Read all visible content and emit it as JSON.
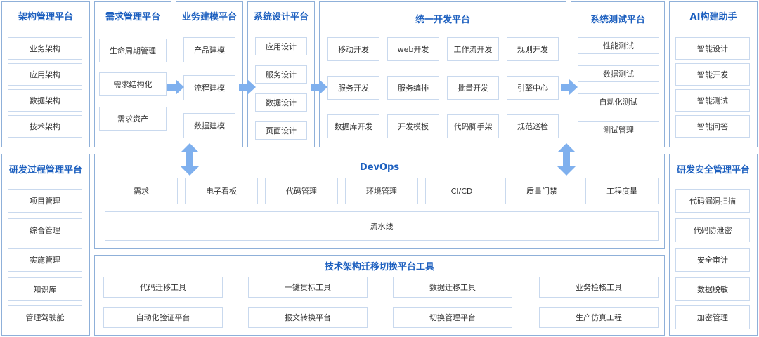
{
  "colors": {
    "title": "#1c5fbf",
    "border": "#8fb0d9",
    "box_border": "#c9d9ee",
    "arrow": "#7fb0ee"
  },
  "arch": {
    "title": "架构管理平台",
    "items": [
      "业务架构",
      "应用架构",
      "数据架构",
      "技术架构"
    ]
  },
  "req": {
    "title": "需求管理平台",
    "items": [
      "生命周期管理",
      "需求结构化",
      "需求资产"
    ]
  },
  "biz": {
    "title": "业务建模平台",
    "items": [
      "产品建模",
      "流程建模",
      "数据建模"
    ]
  },
  "sysdesign": {
    "title": "系统设计平台",
    "items": [
      "应用设计",
      "服务设计",
      "数据设计",
      "页面设计"
    ]
  },
  "dev": {
    "title": "统一开发平台",
    "items": [
      "移动开发",
      "web开发",
      "工作流开发",
      "规则开发",
      "服务开发",
      "服务编排",
      "批量开发",
      "引擎中心",
      "数据库开发",
      "开发模板",
      "代码脚手架",
      "规范巡检"
    ]
  },
  "test": {
    "title": "系统测试平台",
    "items": [
      "性能测试",
      "数据测试",
      "自动化测试",
      "测试管理"
    ]
  },
  "ai": {
    "title": "AI构建助手",
    "items": [
      "智能设计",
      "智能开发",
      "智能测试",
      "智能问答"
    ]
  },
  "process": {
    "title": "研发过程管理平台",
    "items": [
      "项目管理",
      "综合管理",
      "实施管理",
      "知识库",
      "管理驾驶舱"
    ]
  },
  "devops": {
    "title": "DevOps",
    "items": [
      "需求",
      "电子看板",
      "代码管理",
      "环境管理",
      "CI/CD",
      "质量门禁",
      "工程度量"
    ],
    "pipeline": "流水线"
  },
  "migration": {
    "title": "技术架构迁移切换平台工具",
    "items": [
      "代码迁移工具",
      "一键贯标工具",
      "数据迁移工具",
      "业务检核工具",
      "自动化验证平台",
      "报文转换平台",
      "切换管理平台",
      "生产仿真工程"
    ]
  },
  "security": {
    "title": "研发安全管理平台",
    "items": [
      "代码漏洞扫描",
      "代码防泄密",
      "安全审计",
      "数据脱敏",
      "加密管理"
    ]
  }
}
